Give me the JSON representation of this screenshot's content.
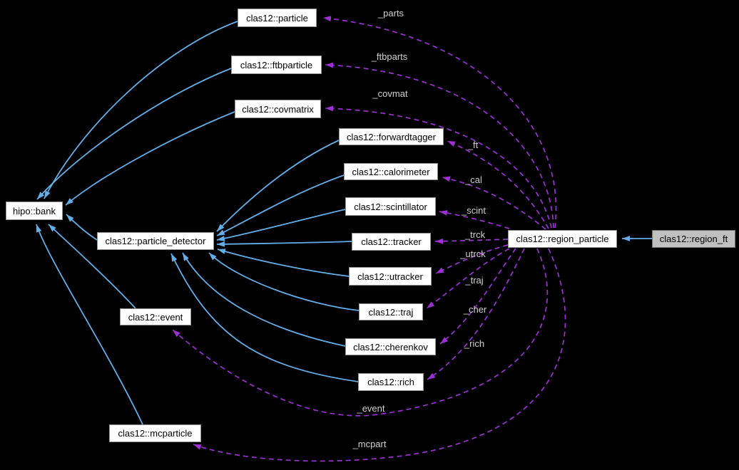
{
  "diagram": {
    "type": "collaboration-graph",
    "background": "#000000"
  },
  "colors": {
    "inheritance_edge": "#63aee8",
    "usage_edge": "#9c30d4",
    "node_background": "#ffffff",
    "node_border": "#8f8f8f",
    "node_text": "#000000",
    "highlight_node_background": "#c0c0c0",
    "edge_label_text": "#cfcfcf"
  },
  "nodes": [
    {
      "id": "bank",
      "label": "hipo::bank"
    },
    {
      "id": "detector",
      "label": "clas12::particle_detector"
    },
    {
      "id": "event",
      "label": "clas12::event"
    },
    {
      "id": "mcparticle",
      "label": "clas12::mcparticle"
    },
    {
      "id": "particle",
      "label": "clas12::particle"
    },
    {
      "id": "ftbparticle",
      "label": "clas12::ftbparticle"
    },
    {
      "id": "covmatrix",
      "label": "clas12::covmatrix"
    },
    {
      "id": "forwardtagger",
      "label": "clas12::forwardtagger"
    },
    {
      "id": "calorimeter",
      "label": "clas12::calorimeter"
    },
    {
      "id": "scintillator",
      "label": "clas12::scintillator"
    },
    {
      "id": "tracker",
      "label": "clas12::tracker"
    },
    {
      "id": "utracker",
      "label": "clas12::utracker"
    },
    {
      "id": "traj",
      "label": "clas12::traj"
    },
    {
      "id": "cherenkov",
      "label": "clas12::cherenkov"
    },
    {
      "id": "rich",
      "label": "clas12::rich"
    },
    {
      "id": "region_particle",
      "label": "clas12::region_particle"
    },
    {
      "id": "region_ft",
      "label": "clas12::region_ft"
    }
  ],
  "edges": [
    {
      "from": "clas12::region_ft",
      "to": "clas12::region_particle",
      "type": "inheritance",
      "label": ""
    },
    {
      "from": "clas12::particle",
      "to": "hipo::bank",
      "type": "inheritance",
      "label": ""
    },
    {
      "from": "clas12::ftbparticle",
      "to": "hipo::bank",
      "type": "inheritance",
      "label": ""
    },
    {
      "from": "clas12::covmatrix",
      "to": "hipo::bank",
      "type": "inheritance",
      "label": ""
    },
    {
      "from": "clas12::particle_detector",
      "to": "hipo::bank",
      "type": "inheritance",
      "label": ""
    },
    {
      "from": "clas12::event",
      "to": "hipo::bank",
      "type": "inheritance",
      "label": ""
    },
    {
      "from": "clas12::mcparticle",
      "to": "hipo::bank",
      "type": "inheritance",
      "label": ""
    },
    {
      "from": "clas12::forwardtagger",
      "to": "clas12::particle_detector",
      "type": "inheritance",
      "label": ""
    },
    {
      "from": "clas12::calorimeter",
      "to": "clas12::particle_detector",
      "type": "inheritance",
      "label": ""
    },
    {
      "from": "clas12::scintillator",
      "to": "clas12::particle_detector",
      "type": "inheritance",
      "label": ""
    },
    {
      "from": "clas12::tracker",
      "to": "clas12::particle_detector",
      "type": "inheritance",
      "label": ""
    },
    {
      "from": "clas12::utracker",
      "to": "clas12::particle_detector",
      "type": "inheritance",
      "label": ""
    },
    {
      "from": "clas12::traj",
      "to": "clas12::particle_detector",
      "type": "inheritance",
      "label": ""
    },
    {
      "from": "clas12::cherenkov",
      "to": "clas12::particle_detector",
      "type": "inheritance",
      "label": ""
    },
    {
      "from": "clas12::rich",
      "to": "clas12::particle_detector",
      "type": "inheritance",
      "label": ""
    },
    {
      "from": "clas12::region_particle",
      "to": "clas12::particle",
      "type": "usage",
      "label": "_parts"
    },
    {
      "from": "clas12::region_particle",
      "to": "clas12::ftbparticle",
      "type": "usage",
      "label": "_ftbparts"
    },
    {
      "from": "clas12::region_particle",
      "to": "clas12::covmatrix",
      "type": "usage",
      "label": "_covmat"
    },
    {
      "from": "clas12::region_particle",
      "to": "clas12::forwardtagger",
      "type": "usage",
      "label": "_ft"
    },
    {
      "from": "clas12::region_particle",
      "to": "clas12::calorimeter",
      "type": "usage",
      "label": "_cal"
    },
    {
      "from": "clas12::region_particle",
      "to": "clas12::scintillator",
      "type": "usage",
      "label": "_scint"
    },
    {
      "from": "clas12::region_particle",
      "to": "clas12::tracker",
      "type": "usage",
      "label": "_trck"
    },
    {
      "from": "clas12::region_particle",
      "to": "clas12::utracker",
      "type": "usage",
      "label": "_utrck"
    },
    {
      "from": "clas12::region_particle",
      "to": "clas12::traj",
      "type": "usage",
      "label": "_traj"
    },
    {
      "from": "clas12::region_particle",
      "to": "clas12::cherenkov",
      "type": "usage",
      "label": "_cher"
    },
    {
      "from": "clas12::region_particle",
      "to": "clas12::rich",
      "type": "usage",
      "label": "_rich"
    },
    {
      "from": "clas12::region_particle",
      "to": "clas12::event",
      "type": "usage",
      "label": "_event"
    },
    {
      "from": "clas12::region_particle",
      "to": "clas12::mcparticle",
      "type": "usage",
      "label": "_mcpart"
    }
  ]
}
